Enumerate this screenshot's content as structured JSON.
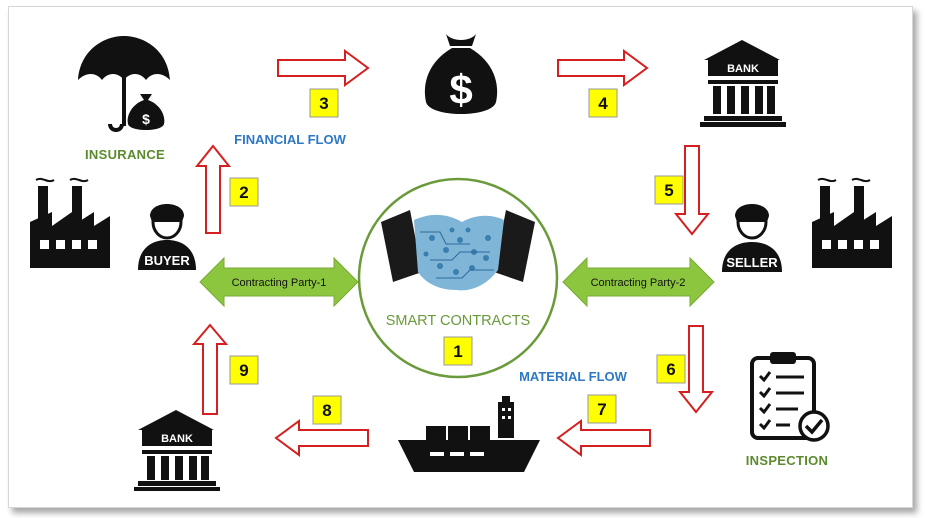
{
  "labels": {
    "insurance": "INSURANCE",
    "financial_flow": "FINANCIAL FLOW",
    "material_flow": "MATERIAL FLOW",
    "inspection": "INSPECTION",
    "smart_contracts": "SMART CONTRACTS",
    "party1": "Contracting Party-1",
    "party2": "Contracting Party-2",
    "buyer": "BUYER",
    "seller": "SELLER",
    "bank": "BANK",
    "dollar": "$"
  },
  "steps": [
    "1",
    "2",
    "3",
    "4",
    "5",
    "6",
    "7",
    "8",
    "9"
  ],
  "colors": {
    "arrow_outline": "#d42020",
    "party_arrow_fill": "#8cc63f",
    "step_box": "#ffff00",
    "circle_border": "#6a9a3a",
    "green_label": "#5c8a2e",
    "blue_label": "#2f78c4"
  },
  "icons": [
    "umbrella-money-icon",
    "money-bag-icon",
    "bank-icon",
    "factory-icon",
    "buyer-icon",
    "seller-icon",
    "handshake-icon",
    "checklist-icon",
    "cargo-ship-icon"
  ]
}
